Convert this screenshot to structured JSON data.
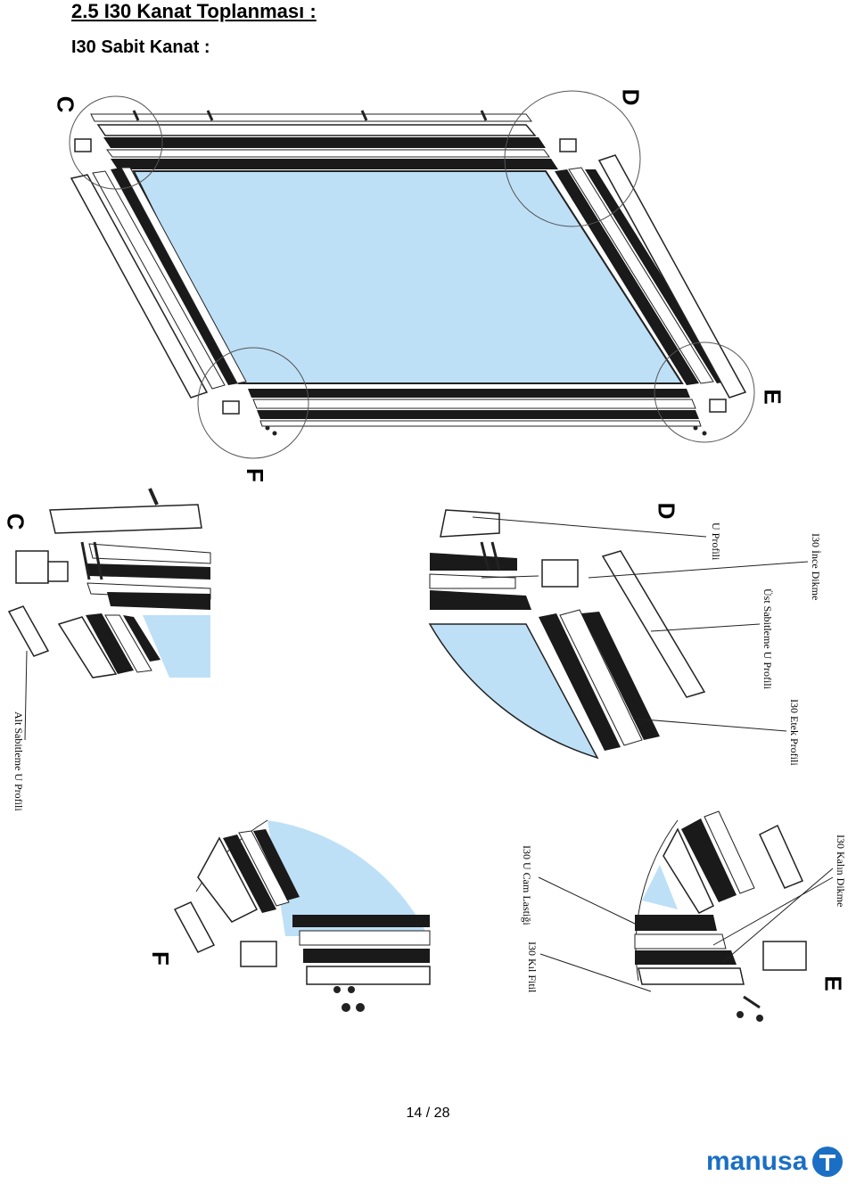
{
  "heading": "2.5 I30 Kanat Toplanması :",
  "subheading": "I30 Sabit Kanat :",
  "detail_letters": {
    "c_top": "C",
    "d_top": "D",
    "e_top": "E",
    "f_top": "F",
    "c_detail": "C",
    "d_detail": "D",
    "f_detail": "F",
    "e_detail": "E"
  },
  "part_labels": {
    "u_profili": "U Profili",
    "ince_dikme": "I30 İnce Dikme",
    "ust_sabitleme": "Üst Sabitleme U Profili",
    "etek_profili": "I30 Etek Profili",
    "alt_sabitleme": "Alt Sabitleme U Profili",
    "u_cam_lastigi": "I30 U Cam Lastiği",
    "kil_fitil": "I30 Kıl Fitil",
    "kalin_dikme": "I30 Kalın Dikme"
  },
  "page_number": "14 / 28",
  "logo": {
    "text": "manusa",
    "color": "#1a6fc4"
  },
  "colors": {
    "glass": "#bde0f7",
    "profile_dark": "#1a1a1a"
  }
}
